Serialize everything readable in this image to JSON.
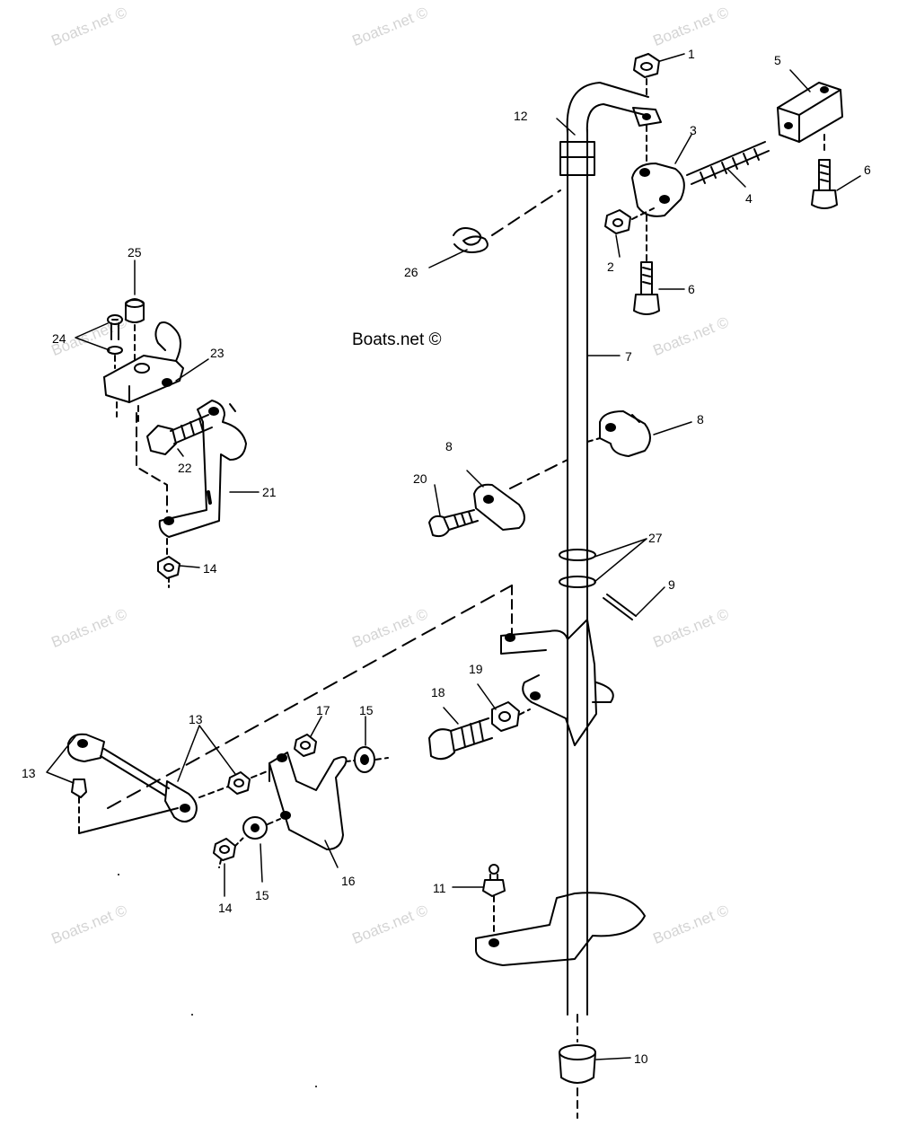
{
  "watermark": {
    "text": "Boats.net ©",
    "main_text": "Boats.net ©"
  },
  "callouts": [
    {
      "id": "c1",
      "label": "1"
    },
    {
      "id": "c2",
      "label": "2"
    },
    {
      "id": "c3",
      "label": "3"
    },
    {
      "id": "c4",
      "label": "4"
    },
    {
      "id": "c5",
      "label": "5"
    },
    {
      "id": "c6a",
      "label": "6"
    },
    {
      "id": "c6b",
      "label": "6"
    },
    {
      "id": "c7",
      "label": "7"
    },
    {
      "id": "c8a",
      "label": "8"
    },
    {
      "id": "c8b",
      "label": "8"
    },
    {
      "id": "c9",
      "label": "9"
    },
    {
      "id": "c10",
      "label": "10"
    },
    {
      "id": "c11",
      "label": "11"
    },
    {
      "id": "c12",
      "label": "12"
    },
    {
      "id": "c13a",
      "label": "13"
    },
    {
      "id": "c13b",
      "label": "13"
    },
    {
      "id": "c14a",
      "label": "14"
    },
    {
      "id": "c14b",
      "label": "14"
    },
    {
      "id": "c15a",
      "label": "15"
    },
    {
      "id": "c15b",
      "label": "15"
    },
    {
      "id": "c16",
      "label": "16"
    },
    {
      "id": "c17",
      "label": "17"
    },
    {
      "id": "c18",
      "label": "18"
    },
    {
      "id": "c19",
      "label": "19"
    },
    {
      "id": "c20",
      "label": "20"
    },
    {
      "id": "c21",
      "label": "21"
    },
    {
      "id": "c22",
      "label": "22"
    },
    {
      "id": "c23",
      "label": "23"
    },
    {
      "id": "c24",
      "label": "24"
    },
    {
      "id": "c25",
      "label": "25"
    },
    {
      "id": "c26",
      "label": "26"
    },
    {
      "id": "c27",
      "label": "27"
    }
  ]
}
